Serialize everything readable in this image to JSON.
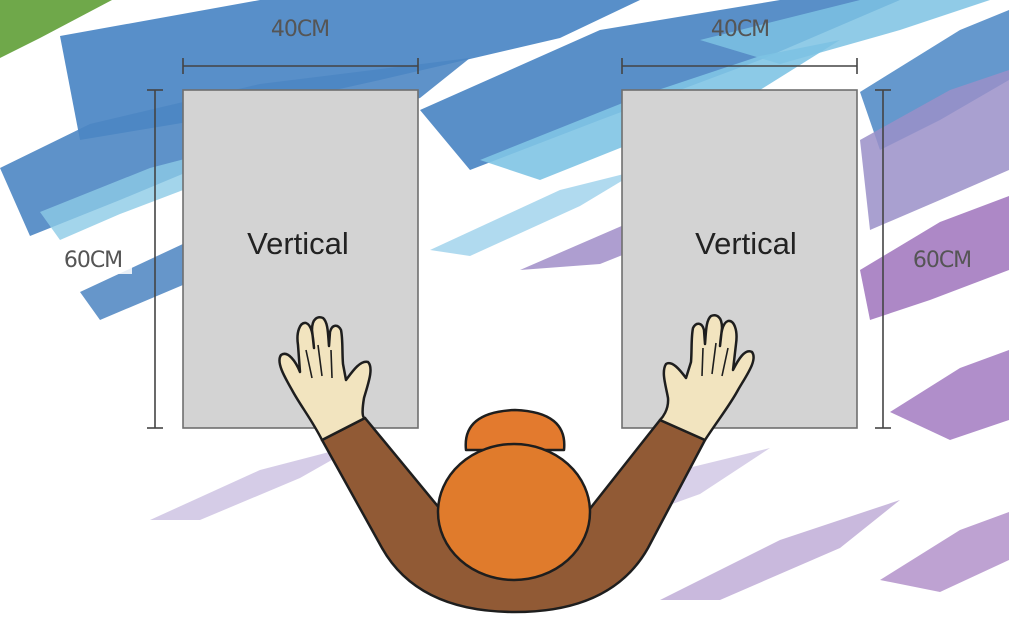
{
  "panels": [
    {
      "label": "Vertical",
      "width_label": "40CM",
      "height_label": "60CM"
    },
    {
      "label": "Vertical",
      "width_label": "40CM",
      "height_label": "60CM"
    }
  ],
  "colors": {
    "panel_fill": "#d3d3d3",
    "panel_stroke": "#6f6f6f",
    "dimension_line": "#444444",
    "skin": "#f2e4bf",
    "sleeve": "#915a35",
    "head": "#e07b2c",
    "hair": "#e37a2e",
    "outline": "#1e1e1e",
    "brush_blue": "#4a86c4",
    "brush_light_blue": "#7fc4e4",
    "brush_purple": "#9c86c4",
    "brush_violet": "#a57bc0",
    "brush_green": "#6fa84a"
  }
}
